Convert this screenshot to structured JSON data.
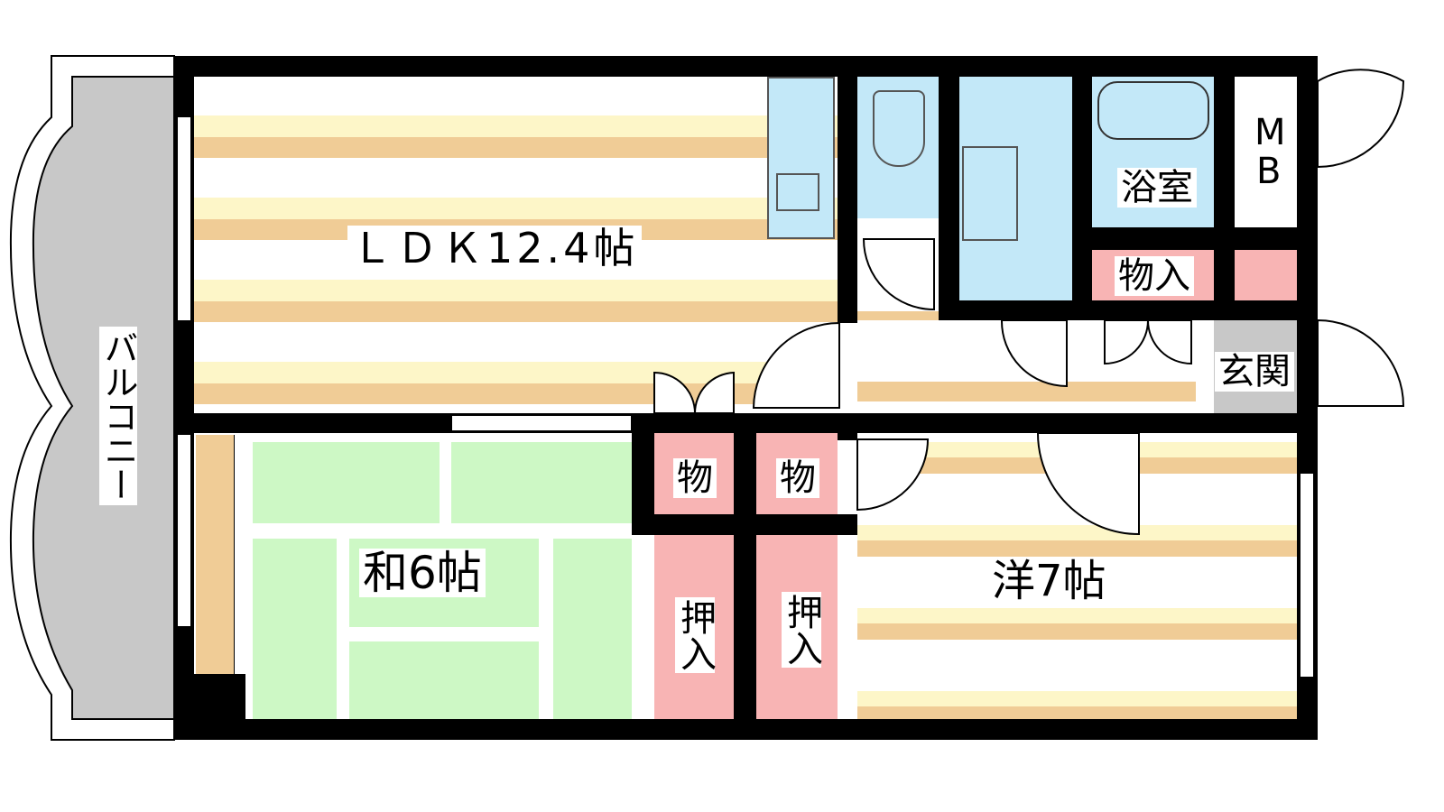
{
  "rooms": {
    "ldk": "ＬＤＫ12.4帖",
    "washitsu": "和6帖",
    "yoshitsu": "洋7帖",
    "bath": "浴室",
    "mb_line1": "M",
    "mb_line2": "B",
    "storage_top": "物入",
    "storage_small_1": "物",
    "storage_small_2": "物",
    "closet_1": "押入",
    "closet_2": "押入",
    "entrance": "玄関",
    "balcony": "バルコニー"
  },
  "colors": {
    "wall": "#000000",
    "wet_area": "#c3e8f8",
    "storage": "#f8b4b4",
    "tatami": "#cdf8c5",
    "flooring": "#f0cc96",
    "entrance": "#c8c8c8"
  }
}
